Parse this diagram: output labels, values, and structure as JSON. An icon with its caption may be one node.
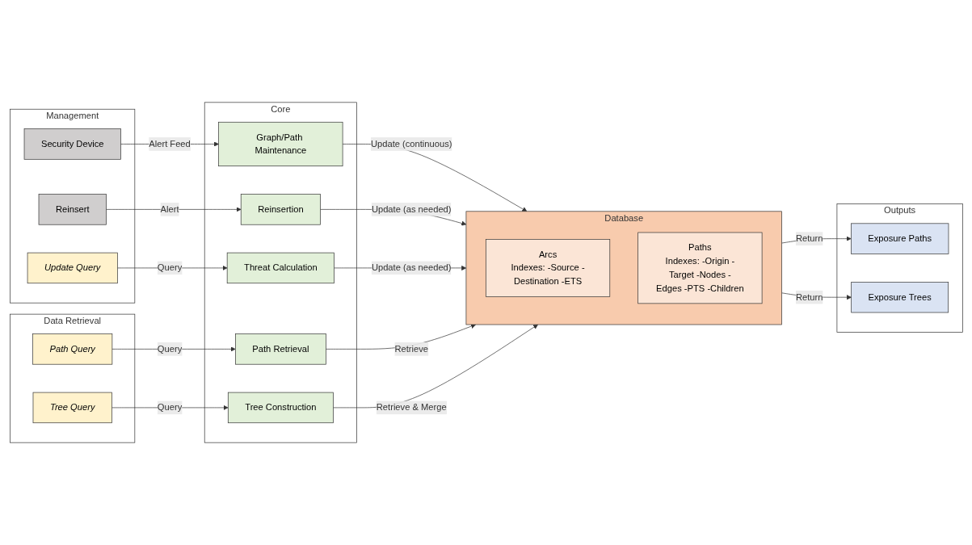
{
  "diagram": {
    "nodes": [
      {
        "text": [
          "Management"
        ]
      },
      {
        "text": [
          "Security Device"
        ],
        "in": 0
      },
      {
        "text": [
          "Reinsert"
        ],
        "in": 0
      },
      {
        "text": [
          "Update Query"
        ],
        "in": 0
      },
      {
        "text": [
          "Data Retrieval"
        ]
      },
      {
        "text": [
          "Path Query"
        ],
        "in": 4
      },
      {
        "text": [
          "Tree Query"
        ],
        "in": 4
      },
      {
        "text": [
          "Core"
        ]
      },
      {
        "text": [
          "Graph/Path Maintenance"
        ],
        "in": 7
      },
      {
        "text": [
          "Reinsertion"
        ],
        "in": 7
      },
      {
        "text": [
          "Threat Calculation"
        ],
        "in": 7
      },
      {
        "text": [
          "Path Retrieval"
        ],
        "in": 7
      },
      {
        "text": [
          "Tree Construction"
        ],
        "in": 7
      },
      {
        "text": [
          "Database"
        ]
      },
      {
        "text": [
          "Arcs",
          "Indexes: -Source -Destination -ETS"
        ],
        "in": 13
      },
      {
        "text": [
          "Paths",
          "Indexes: -Origin -Target -Nodes -Edges -PTS -Children"
        ],
        "in": 13
      },
      {
        "text": [
          "Outputs"
        ]
      },
      {
        "text": [
          "Exposure Paths"
        ],
        "in": 16
      },
      {
        "text": [
          "Exposure Trees"
        ],
        "in": 16
      }
    ],
    "edges": [
      {
        "from": 1,
        "to": 8,
        "arrow": "to",
        "label": "Alert Feed"
      },
      {
        "from": 2,
        "to": 9,
        "arrow": "to",
        "label": "Alert"
      },
      {
        "from": 3,
        "to": 10,
        "arrow": "to",
        "label": "Query"
      },
      {
        "from": 5,
        "to": 11,
        "arrow": "to",
        "label": "Query"
      },
      {
        "from": 6,
        "to": 12,
        "arrow": "to",
        "label": "Query"
      },
      {
        "from": 8,
        "to": 13,
        "arrow": "to",
        "label": "Update (continuous)"
      },
      {
        "from": 9,
        "to": 13,
        "arrow": "to",
        "label": "Update (as needed)"
      },
      {
        "from": 10,
        "to": 13,
        "arrow": "to",
        "label": "Update (as needed)"
      },
      {
        "from": 11,
        "to": 13,
        "arrow": "to",
        "label": "Retrieve"
      },
      {
        "from": 12,
        "to": 13,
        "arrow": "to",
        "label": "Retrieve & Merge"
      },
      {
        "from": 13,
        "to": 17,
        "arrow": "to",
        "label": "Return"
      },
      {
        "from": 13,
        "to": 18,
        "arrow": "to",
        "label": "Return"
      }
    ]
  }
}
